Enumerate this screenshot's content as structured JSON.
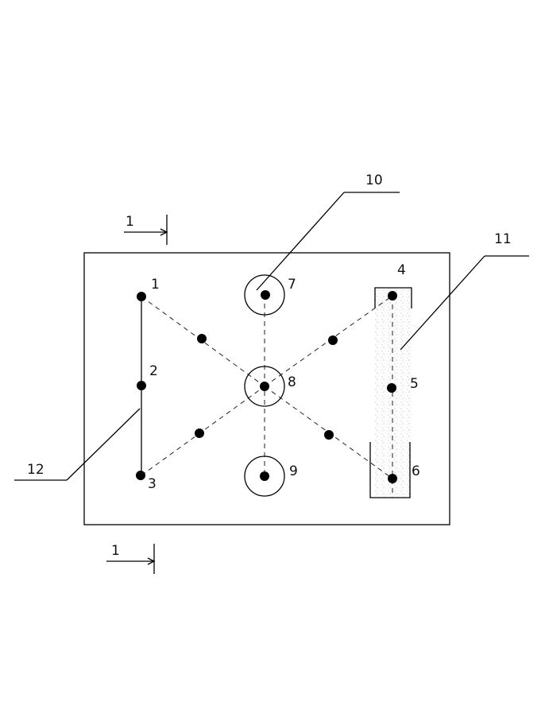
{
  "section": {
    "top_label": "1",
    "bottom_label": "1"
  },
  "points": [
    "1",
    "2",
    "3",
    "4",
    "5",
    "6",
    "7",
    "8",
    "9"
  ],
  "callouts": {
    "ring": "10",
    "strip": "11",
    "line": "12"
  }
}
